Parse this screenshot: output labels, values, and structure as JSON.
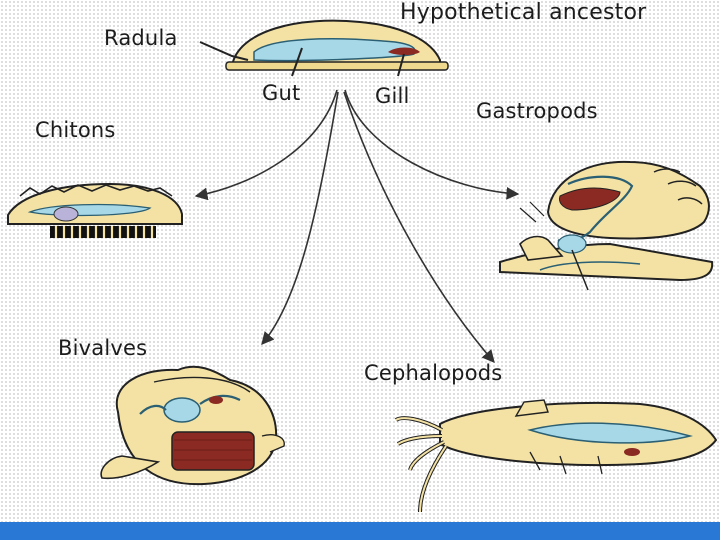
{
  "title": "Hypothetical ancestor",
  "ancestor_labels": {
    "radula": "Radula",
    "gut": "Gut",
    "gill": "Gill"
  },
  "groups": {
    "chitons": "Chitons",
    "gastropods": "Gastropods",
    "bivalves": "Bivalves",
    "cephalopods": "Cephalopods"
  },
  "colors": {
    "body": "#f3e2a4",
    "outline": "#222222",
    "gut": "#a7d8e8",
    "gill": "#8b2a22",
    "arrow": "#333333",
    "bottom_bar": "#2a78d6"
  }
}
